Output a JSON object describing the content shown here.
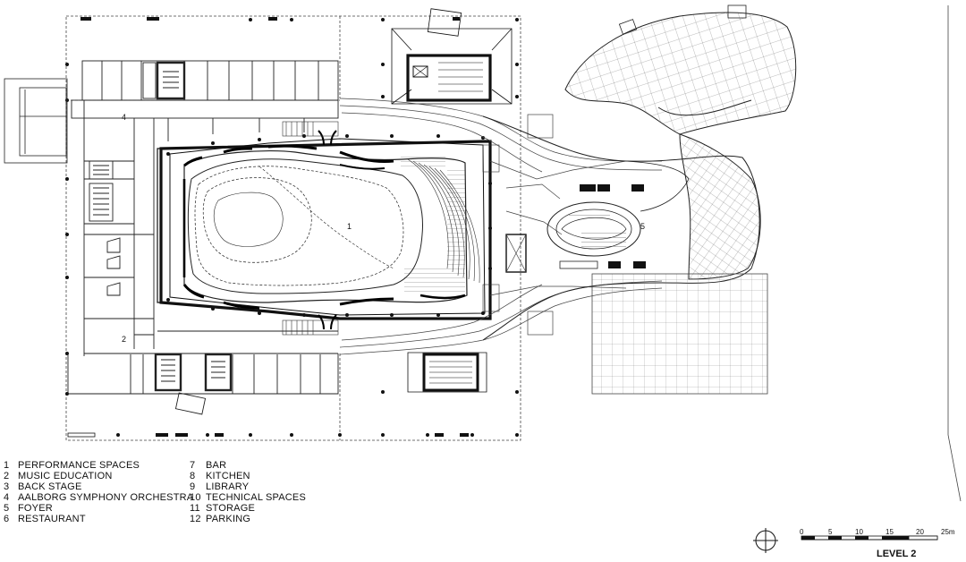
{
  "drawing": {
    "room_labels": {
      "r1": "1",
      "r2": "2",
      "r4": "4",
      "r5": "5"
    },
    "legend_left": [
      {
        "num": "1",
        "label": "PERFORMANCE SPACES"
      },
      {
        "num": "2",
        "label": "MUSIC EDUCATION"
      },
      {
        "num": "3",
        "label": "BACK STAGE"
      },
      {
        "num": "4",
        "label": "AALBORG SYMPHONY ORCHESTRA"
      },
      {
        "num": "5",
        "label": "FOYER"
      },
      {
        "num": "6",
        "label": "RESTAURANT"
      }
    ],
    "legend_right": [
      {
        "num": "7",
        "label": "BAR"
      },
      {
        "num": "8",
        "label": "KITCHEN"
      },
      {
        "num": "9",
        "label": "LIBRARY"
      },
      {
        "num": "10",
        "label": "TECHNICAL SPACES"
      },
      {
        "num": "11",
        "label": "STORAGE"
      },
      {
        "num": "12",
        "label": "PARKING"
      }
    ],
    "scale_bar": {
      "ticks": [
        "0",
        "5",
        "10",
        "15",
        "20",
        "25m"
      ]
    },
    "level_title": "LEVEL 2"
  }
}
